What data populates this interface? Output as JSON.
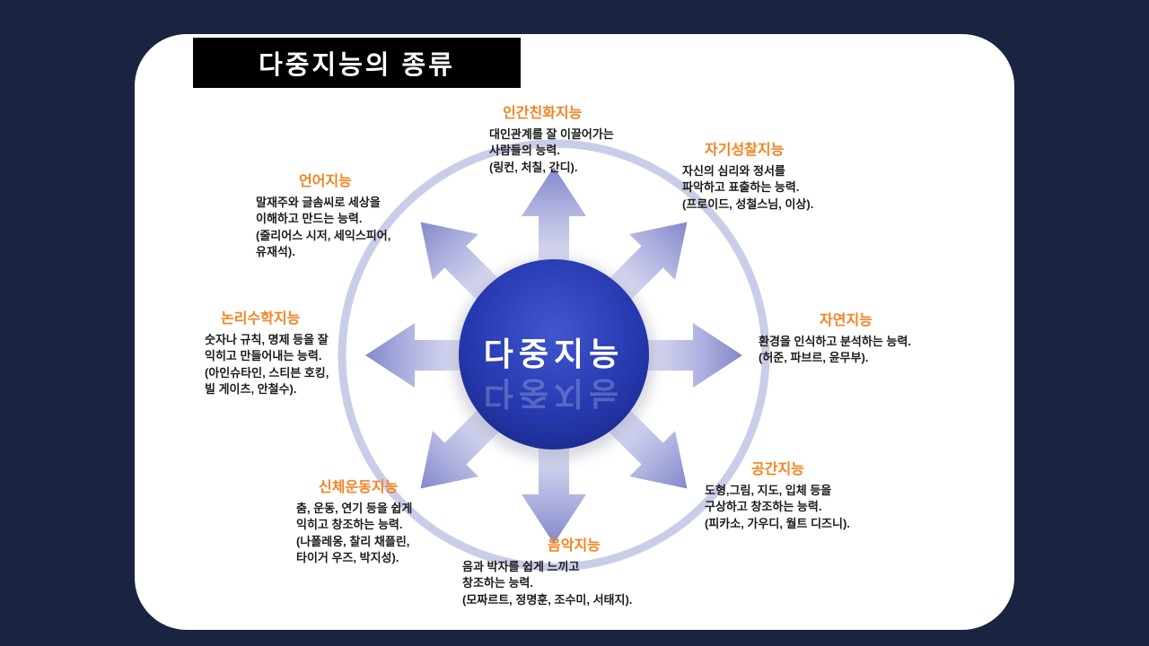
{
  "slide": {
    "title": "다중지능의 종류"
  },
  "diagram": {
    "center_label": "다중지능",
    "nodes": [
      {
        "title": "인간친화지능",
        "desc": "대인관계를 잘 이끌어가는\n사람들의 능력.\n(링컨, 처칠, 간디)."
      },
      {
        "title": "자기성찰지능",
        "desc": "자신의 심리와 정서를\n파악하고 표출하는 능력.\n(프로이드, 성철스님, 이상)."
      },
      {
        "title": "자연지능",
        "desc": "환경을 인식하고 분석하는 능력.\n(허준, 파브르, 윤무부)."
      },
      {
        "title": "공간지능",
        "desc": "도형,그림, 지도, 입체 등을\n구상하고 창조하는 능력.\n(피카소, 가우디, 월트 디즈니)."
      },
      {
        "title": "음악지능",
        "desc": "음과 박자를 쉽게 느끼고\n창조하는 능력.\n(모짜르트, 정명훈, 조수미, 서태지)."
      },
      {
        "title": "신체운동지능",
        "desc": "춤, 운동, 연기 등을 쉽게\n익히고 창조하는 능력.\n(나폴레옹, 찰리 채플린,\n타이거 우즈, 박지성)."
      },
      {
        "title": "논리수학지능",
        "desc": "숫자나 규칙, 명제 등을 잘\n익히고 만들어내는 능력.\n(아인슈타인, 스티븐 호킹,\n빌 게이츠, 안철수)."
      },
      {
        "title": "언어지능",
        "desc": "말재주와 글솜씨로 세상을\n이해하고 만드는 능력.\n(줄리어스 시저, 세익스피어,\n유재석)."
      }
    ]
  },
  "colors": {
    "background": "#182440",
    "panel": "#ffffff",
    "title_bar": "#000000",
    "heading_orange": "#f5821f",
    "body_text": "#1c1c1c",
    "center_circle": "#2638ae",
    "arrow_purple": "#8185c9",
    "ring": "#c9cde8"
  }
}
